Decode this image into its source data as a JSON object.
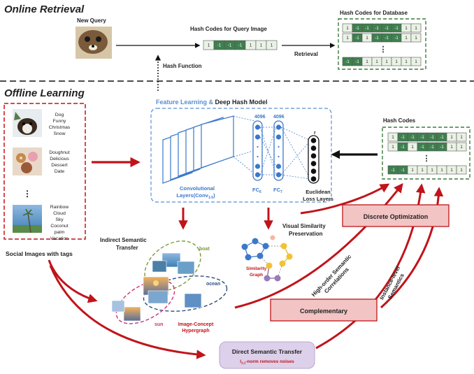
{
  "sections": {
    "online": "Online Retrieval",
    "offline": "Offline Learning"
  },
  "online": {
    "new_query": "New Query",
    "query_codes_title": "Hash Codes for Query Image",
    "query_code": [
      "1",
      "-1",
      "-1",
      "-1",
      "1",
      "1",
      "1"
    ],
    "db_title": "Hash Codes for Database",
    "db_codes": [
      [
        "1",
        "-1",
        "-1",
        "-1",
        "-1",
        "-1",
        "1",
        "1"
      ],
      [
        "1",
        "-1",
        "1",
        "-1",
        "-1",
        "-1",
        "1",
        "1"
      ],
      [
        "-1",
        "-1",
        "1",
        "1",
        "1",
        "1",
        "1",
        "1"
      ]
    ],
    "retrieval": "Retrieval",
    "hash_function": "Hash Function",
    "vdots": "⋮"
  },
  "social": {
    "tags": [
      [
        "Dog",
        "Funny",
        "Christmas",
        "Snow"
      ],
      [
        "Doughnut",
        "Delicious",
        "Dessert",
        "Date"
      ],
      [
        "Rainbow",
        "Cloud",
        "Sky",
        "Coconut",
        "palm",
        "Vacation"
      ]
    ],
    "caption": "Social Images with tags",
    "vdots": "⋮"
  },
  "model": {
    "title_a": "Feature Learning & ",
    "title_b": "Deep Hash Model",
    "fc_dim_1": "4096",
    "fc_dim_2": "4096",
    "r": "r",
    "conv_label_1": "Convolutional",
    "conv_label_2": "Layers(Conv",
    "conv_sub": "1-5",
    "conv_close": ")",
    "fc6": "FC",
    "fc6_sub": "6",
    "fc7": "FC",
    "fc7_sub": "7",
    "loss_1": "Euclidean",
    "loss_2": "Loss Layers"
  },
  "hash_codes": {
    "title": "Hash Codes",
    "rows": [
      [
        "1",
        "-1",
        "-1",
        "-1",
        "-1",
        "-1",
        "1",
        "1"
      ],
      [
        "1",
        "-1",
        "1",
        "-1",
        "-1",
        "-1",
        "1",
        "1"
      ],
      [
        "-1",
        "-1",
        "1",
        "1",
        "1",
        "1",
        "1",
        "1"
      ]
    ],
    "vdots": "⋮"
  },
  "semantic": {
    "indirect_1": "Indirect Semantic",
    "indirect_2": "Transfer",
    "boat": "boat",
    "ocean": "ocean",
    "sun": "sun",
    "hypergraph_1": "Image-Concept",
    "hypergraph_2": "Hypergraph",
    "visual_1": "Visual Similarity",
    "visual_2": "Preservation",
    "sim_graph_1": "Similarity",
    "sim_graph_2": "Graph"
  },
  "boxes": {
    "discrete": "Discrete Optimization",
    "complementary": "Complementary",
    "direct_1": "Direct Semantic Transfer",
    "direct_2": "-norm removes noises",
    "direct_norm": "l",
    "direct_norm_sub": "2,1"
  },
  "arrows_labels": {
    "high_order_1": "High-order Semantic",
    "high_order_2": "Correlations",
    "instance_1": "Instance-level",
    "instance_2": "Semantics"
  },
  "colors": {
    "red": "#c0141a",
    "green": "#3b7a3b",
    "blue": "#5b8fd1",
    "pink_box": "#f2c4c4",
    "purple_box": "#ddd0ea",
    "code_dark": "#3f7f4f",
    "code_light": "#eaf2e6"
  }
}
